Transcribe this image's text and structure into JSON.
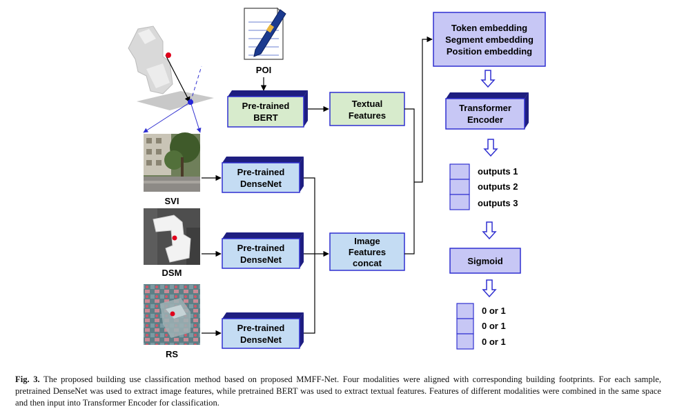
{
  "diagram": {
    "modalities": {
      "poi": "POI",
      "svi": "SVI",
      "dsm": "DSM",
      "rs": "RS"
    },
    "bert": {
      "line1": "Pre-trained",
      "line2": "BERT"
    },
    "densenet": {
      "line1": "Pre-trained",
      "line2": "DenseNet"
    },
    "textual_features": {
      "line1": "Textual",
      "line2": "Features"
    },
    "image_features": {
      "line1": "Image",
      "line2": "Features",
      "line3": "concat"
    },
    "embeddings": {
      "line1": "Token embedding",
      "line2": "Segment embedding",
      "line3": "Position embedding"
    },
    "transformer": {
      "line1": "Transformer",
      "line2": "Encoder"
    },
    "outputs": [
      "outputs 1",
      "outputs 2",
      "outputs 3"
    ],
    "sigmoid": "Sigmoid",
    "results": [
      "0 or 1",
      "0 or 1",
      "0 or 1"
    ],
    "colors": {
      "blue_box": "#c7c7f5",
      "blue_border": "#2f2fd0",
      "green_box": "#d7ebcc",
      "lightblue_box": "#c4dcf3",
      "arrow": "#000000"
    }
  },
  "caption": {
    "label": "Fig. 3.",
    "text": "The proposed building use classification method based on proposed MMFF-Net. Four modalities were aligned with corresponding building footprints. For each sample, pretrained DenseNet was used to extract image features, while pretrained BERT was used to extract textual features. Features of different modalities were combined in the same space and then input into Transformer Encoder for classification."
  }
}
